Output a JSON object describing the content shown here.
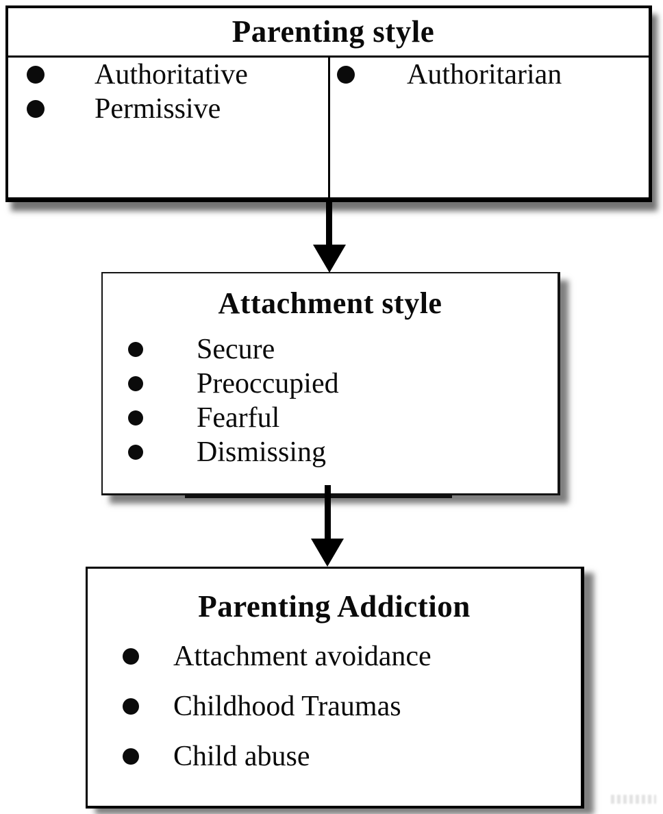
{
  "diagram": {
    "boxes": {
      "parenting_style": {
        "title": "Parenting style",
        "left_items": [
          "Authoritative",
          "Permissive"
        ],
        "right_items": [
          "Authoritarian"
        ]
      },
      "attachment_style": {
        "title": "Attachment style",
        "items": [
          "Secure",
          "Preoccupied",
          "Fearful",
          "Dismissing"
        ]
      },
      "parenting_addiction": {
        "title": "Parenting Addiction",
        "items": [
          "Attachment avoidance",
          "Childhood Traumas",
          "Child abuse"
        ]
      }
    },
    "connections": [
      {
        "from": "Parenting style",
        "to": "Attachment style",
        "type": "arrow-down"
      },
      {
        "from": "Attachment style",
        "to": "Parenting Addiction",
        "type": "arrow-down"
      }
    ],
    "icons": {
      "bullet": "filled-circle-bullet",
      "arrow": "down-arrow"
    },
    "colors": {
      "ink": "#0a0a0a",
      "background": "#ffffff",
      "shadow": "#595959"
    }
  }
}
